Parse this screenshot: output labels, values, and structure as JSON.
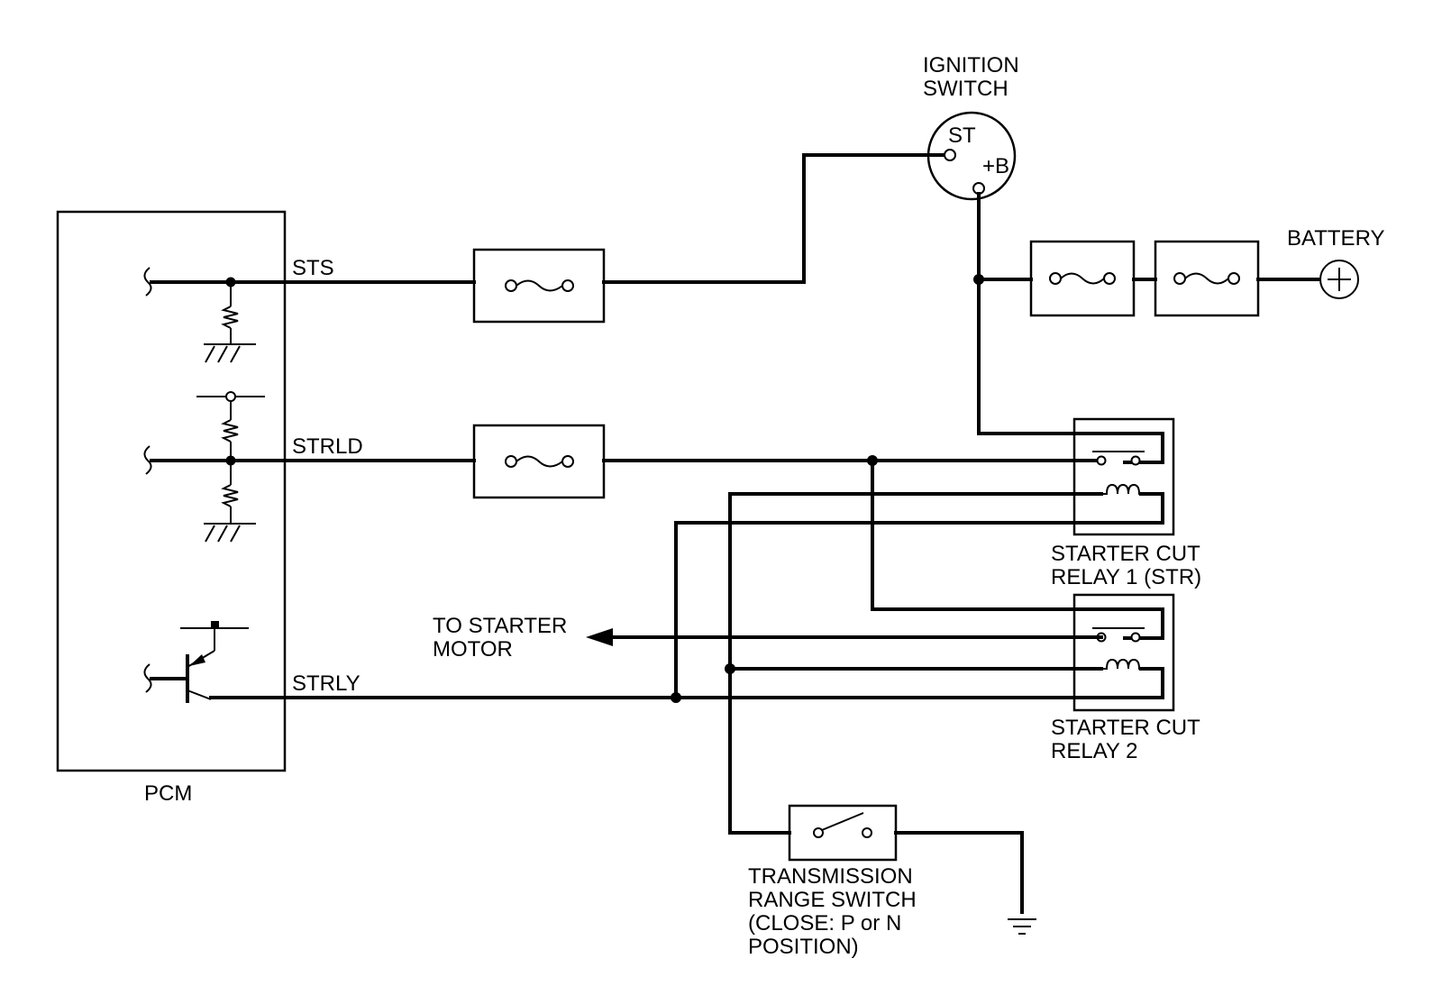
{
  "pcm": {
    "label": "PCM"
  },
  "signals": {
    "sts": "STS",
    "strld": "STRLD",
    "strly": "STRLY"
  },
  "ignition_switch": {
    "label_line1": "IGNITION",
    "label_line2": "SWITCH",
    "terminal_st": "ST",
    "terminal_b": "+B"
  },
  "battery": {
    "label": "BATTERY",
    "symbol": "⊕"
  },
  "relay1": {
    "label_line1": "STARTER CUT",
    "label_line2": "RELAY 1 (STR)"
  },
  "relay2": {
    "label_line1": "STARTER CUT",
    "label_line2": "RELAY 2"
  },
  "starter_motor": {
    "label_line1": "TO STARTER",
    "label_line2": "MOTOR"
  },
  "transmission_range_switch": {
    "label_line1": "TRANSMISSION",
    "label_line2": "RANGE SWITCH",
    "label_line3": "(CLOSE: P or N",
    "label_line4": "POSITION)"
  },
  "colors": {
    "ink": "#000000",
    "background": "#ffffff"
  },
  "icons": {
    "fuse": "fuse-icon",
    "ground": "ground-icon",
    "resistor": "resistor-icon",
    "transistor": "transistor-icon",
    "relay_coil": "coil-icon",
    "relay_contact": "relay-contact-icon",
    "switch": "switch-icon"
  }
}
